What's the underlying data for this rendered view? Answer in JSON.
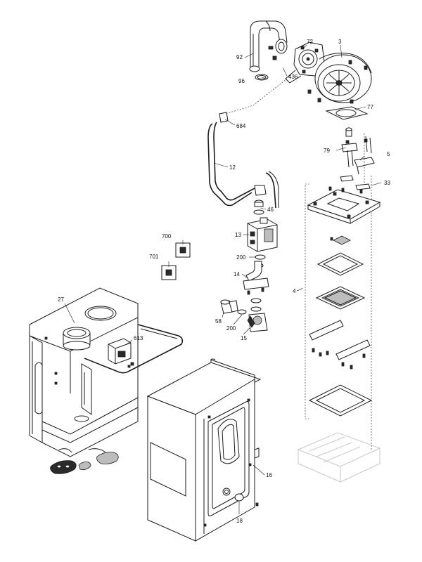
{
  "callouts": {
    "p92": "92",
    "p72": "72",
    "p3": "3",
    "p96": "96",
    "p436": "436",
    "p77": "77",
    "p684": "684",
    "p79": "79",
    "p5": "5",
    "p12": "12",
    "p33": "33",
    "p46": "46",
    "p700": "700",
    "p13": "13",
    "p701": "701",
    "p200a": "200",
    "p4": "4",
    "p14": "14",
    "p27": "27",
    "p58": "58",
    "p200b": "200",
    "p15": "15",
    "p613": "613",
    "p16": "16",
    "p18": "18"
  },
  "colors": {
    "line": "#1a1a1a",
    "fill": "#ffffff",
    "ghost": "#c8c8c8",
    "dark": "#2a2a2a"
  }
}
